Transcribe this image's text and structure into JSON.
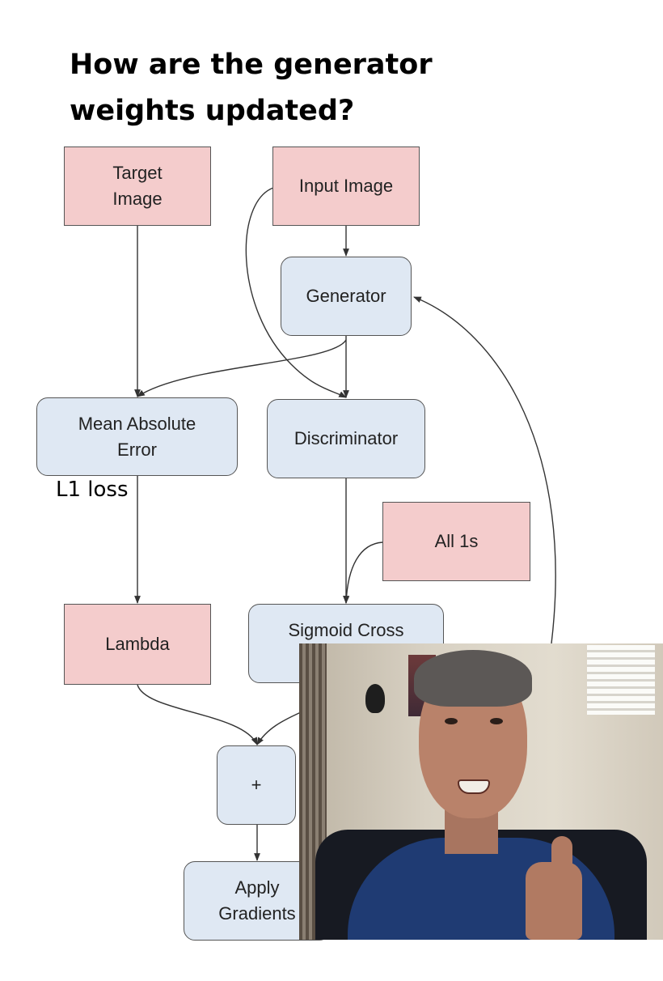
{
  "slide": {
    "title_lines": [
      "How are the generator",
      "weights updated?"
    ]
  },
  "diagram": {
    "nodes": {
      "target_image": "Target\nImage",
      "input_image": "Input Image",
      "generator": "Generator",
      "mean_absolute_error": "Mean Absolute\nError",
      "discriminator": "Discriminator",
      "all_1s": "All 1s",
      "lambda": "Lambda",
      "sigmoid_cross": "Sigmoid Cross",
      "plus": "+",
      "apply_gradients": "Apply\nGradients"
    },
    "annotation_l1": "L1 loss"
  },
  "colors": {
    "data_node_fill": "#f4cccc",
    "op_node_fill": "#dfe8f3",
    "edge": "#333333"
  },
  "overlay": {
    "webcam_icon": "presenter-webcam"
  }
}
